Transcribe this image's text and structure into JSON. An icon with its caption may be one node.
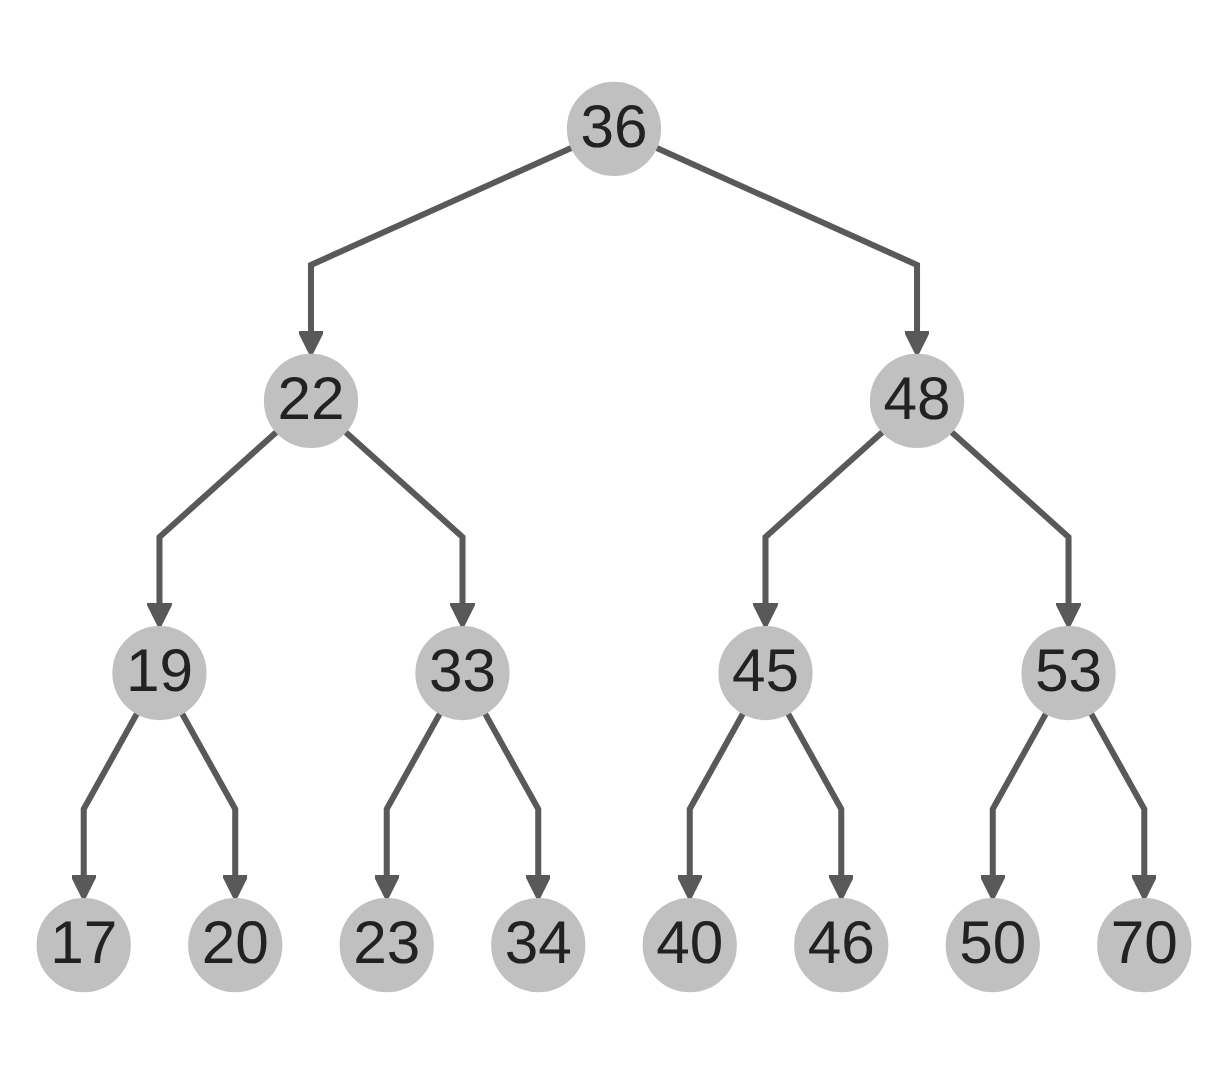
{
  "diagram": {
    "nodes": [
      {
        "text": [
          "36"
        ]
      },
      {
        "text": [
          "22"
        ]
      },
      {
        "text": [
          "48"
        ]
      },
      {
        "text": [
          "19"
        ]
      },
      {
        "text": [
          "33"
        ]
      },
      {
        "text": [
          "45"
        ]
      },
      {
        "text": [
          "53"
        ]
      },
      {
        "text": [
          "17"
        ]
      },
      {
        "text": [
          "20"
        ]
      },
      {
        "text": [
          "23"
        ]
      },
      {
        "text": [
          "34"
        ]
      },
      {
        "text": [
          "40"
        ]
      },
      {
        "text": [
          "46"
        ]
      },
      {
        "text": [
          "50"
        ]
      },
      {
        "text": [
          "70"
        ]
      }
    ],
    "edges": [
      {
        "from": 0,
        "to": 1,
        "arrow": "to"
      },
      {
        "from": 0,
        "to": 2,
        "arrow": "to"
      },
      {
        "from": 1,
        "to": 3,
        "arrow": "to"
      },
      {
        "from": 1,
        "to": 4,
        "arrow": "to"
      },
      {
        "from": 2,
        "to": 5,
        "arrow": "to"
      },
      {
        "from": 2,
        "to": 6,
        "arrow": "to"
      },
      {
        "from": 3,
        "to": 7,
        "arrow": "to"
      },
      {
        "from": 3,
        "to": 8,
        "arrow": "to"
      },
      {
        "from": 4,
        "to": 9,
        "arrow": "to"
      },
      {
        "from": 4,
        "to": 10,
        "arrow": "to"
      },
      {
        "from": 5,
        "to": 11,
        "arrow": "to"
      },
      {
        "from": 5,
        "to": 12,
        "arrow": "to"
      },
      {
        "from": 6,
        "to": 13,
        "arrow": "to"
      },
      {
        "from": 6,
        "to": 14,
        "arrow": "to"
      }
    ]
  }
}
